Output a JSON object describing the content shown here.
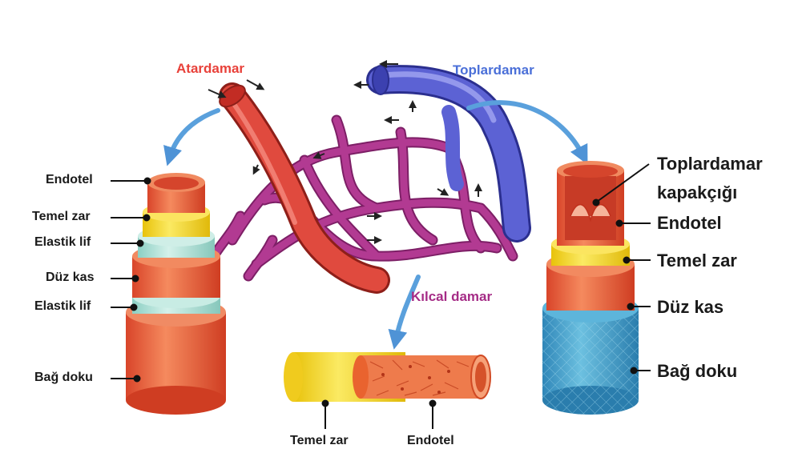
{
  "headers": {
    "artery": "Atardamar",
    "vein": "Toplardamar",
    "capillary": "Kılcal damar"
  },
  "artery_layers": {
    "endotel": "Endotel",
    "temel_zar": "Temel zar",
    "elastik_lif_1": "Elastik lif",
    "duz_kas": "Düz kas",
    "elastik_lif_2": "Elastik lif",
    "bag_doku": "Bağ doku"
  },
  "vein_layers": {
    "kapakcik_line1": "Toplardamar",
    "kapakcik_line2": "kapakçığı",
    "endotel": "Endotel",
    "temel_zar": "Temel zar",
    "duz_kas": "Düz kas",
    "bag_doku": "Bağ doku"
  },
  "capillary_layers": {
    "temel_zar": "Temel zar",
    "endotel": "Endotel"
  },
  "colors": {
    "artery": "#e8413a",
    "vein": "#5a5fd0",
    "capillary": "#b02f8e",
    "arrow": "#5aa0dc",
    "yellow_layer": "#f5d422",
    "elastic_layer": "#a9ddd2",
    "muscle_layer": "#ee6a3a",
    "connective_vein": "#3f9bc6"
  }
}
